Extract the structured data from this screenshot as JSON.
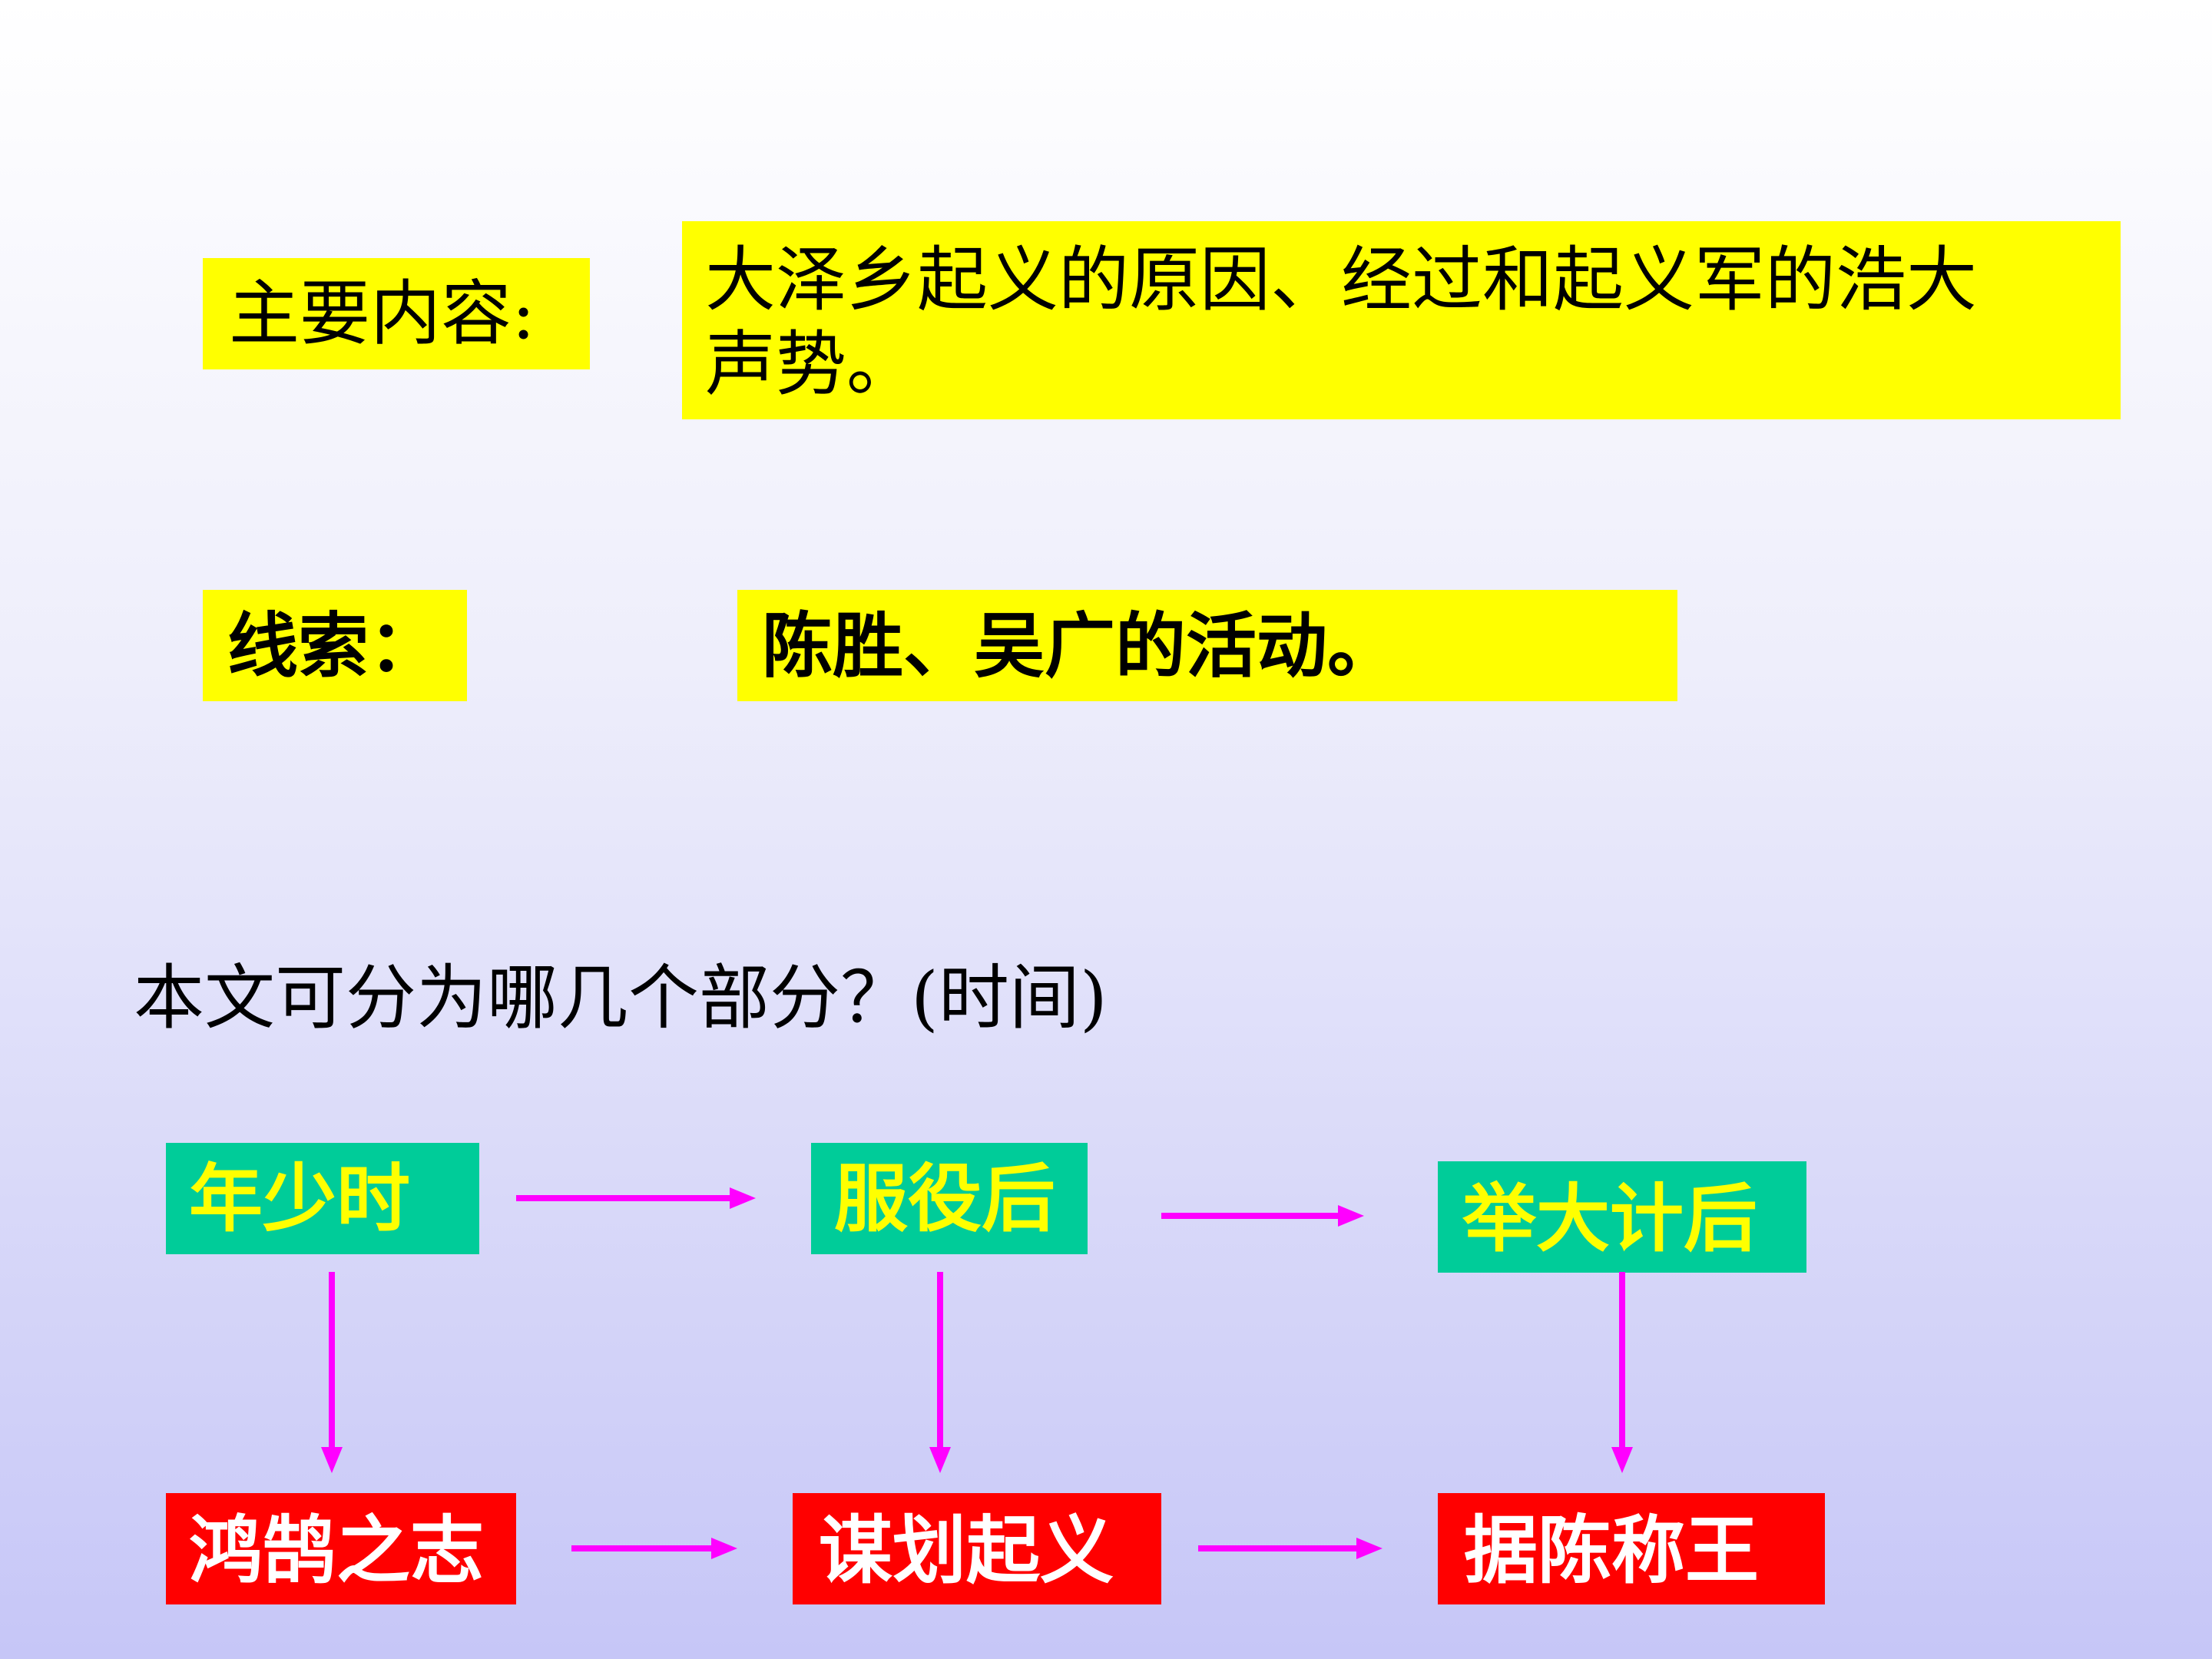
{
  "summary": {
    "main_label": "主要内容:",
    "main_text_line1": "大泽乡起义的原因、经过和起义军的浩大",
    "main_text_line2": "声势。",
    "clue_label": "线索：",
    "clue_text": "陈胜、吴广的活动。"
  },
  "question": "本文可分为哪几个部分？(时间)",
  "flow": {
    "top": [
      "年少时",
      "服役后",
      "举大计后"
    ],
    "bottom": [
      "鸿鹄之志",
      "谋划起义",
      "据陈称王"
    ]
  },
  "colors": {
    "label_bg": "#ffff00",
    "time_bg": "#00cc99",
    "time_text": "#ffff00",
    "event_bg": "#ff0000",
    "event_text": "#ffffff",
    "arrow": "#ff00ff"
  }
}
